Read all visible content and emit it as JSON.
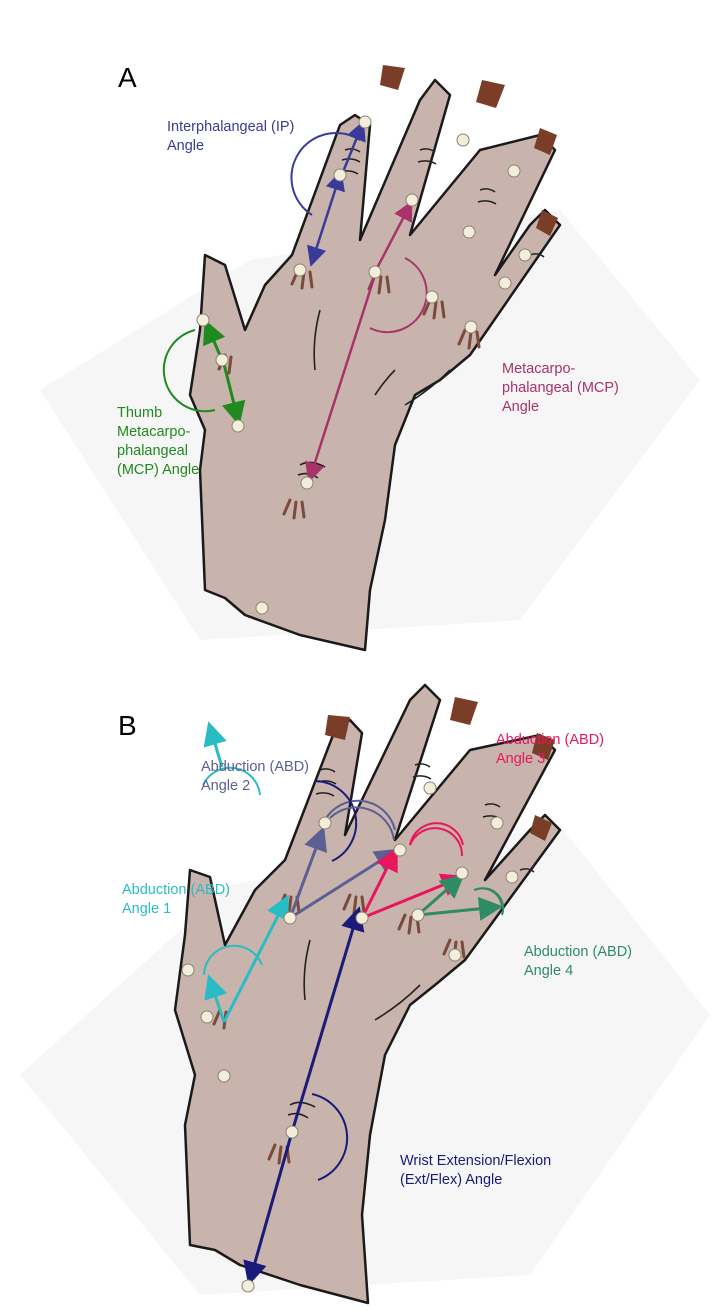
{
  "panels": [
    {
      "id": "A",
      "label": "A",
      "annotations": [
        {
          "key": "ip",
          "lines": [
            "Interphalangeal (IP)",
            "Angle"
          ],
          "color": "#3a3a9a"
        },
        {
          "key": "thumb_mcp",
          "lines": [
            "Thumb",
            "Metacarpo-",
            "phalangeal",
            "(MCP) Angle"
          ],
          "color": "#1f8a1f"
        },
        {
          "key": "mcp",
          "lines": [
            "Metacarpo-",
            "phalangeal (MCP)",
            "Angle"
          ],
          "color": "#a8336a"
        }
      ]
    },
    {
      "id": "B",
      "label": "B",
      "annotations": [
        {
          "key": "abd2",
          "lines": [
            "Abduction (ABD)",
            "Angle 2"
          ],
          "color": "#5c5f94"
        },
        {
          "key": "abd3",
          "lines": [
            "Abduction (ABD)",
            "Angle 3"
          ],
          "color": "#e8175d"
        },
        {
          "key": "abd1",
          "lines": [
            "Abduction (ABD)",
            "Angle 1"
          ],
          "color": "#29bcc4"
        },
        {
          "key": "abd4",
          "lines": [
            "Abduction (ABD)",
            "Angle 4"
          ],
          "color": "#2e8b66"
        },
        {
          "key": "wrist",
          "lines": [
            "Wrist Extension/Flexion",
            "(Ext/Flex) Angle"
          ],
          "color": "#1a1a7a"
        }
      ]
    }
  ],
  "colors": {
    "skin": "#c8b4ac",
    "outline": "#1a1a1a",
    "nail": "#7a3d27",
    "knuckle": "#7a4a3a",
    "marker": "#f3eedc"
  }
}
